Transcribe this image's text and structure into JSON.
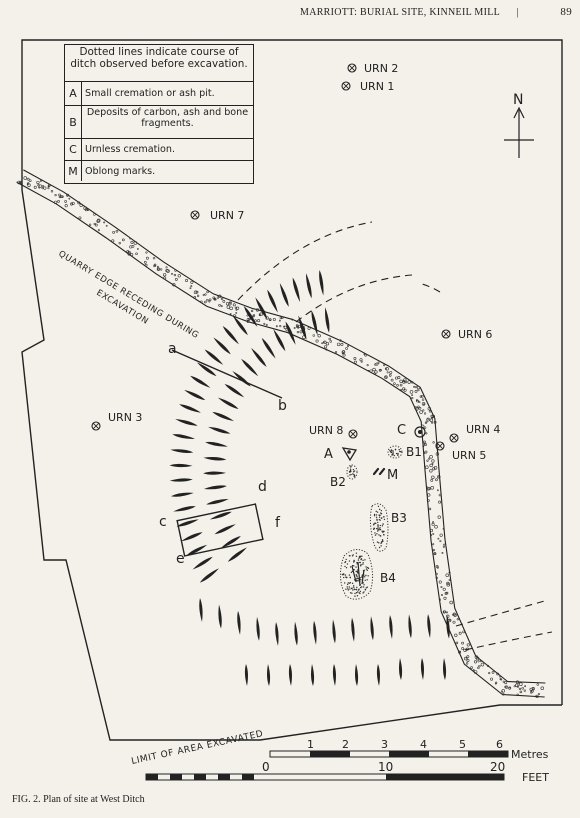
{
  "running_head": {
    "title": "MARRIOTT: BURIAL SITE, KINNEIL MILL",
    "separator": "|",
    "page": "89"
  },
  "legend": {
    "note": "Dotted lines indicate course of ditch observed before excavation.",
    "items": [
      {
        "key": "A",
        "text": "Small cremation or ash pit."
      },
      {
        "key": "B",
        "text": "Deposits of carbon, ash and bone fragments."
      },
      {
        "key": "C",
        "text": "Urnless cremation."
      },
      {
        "key": "M",
        "text": "Oblong marks."
      }
    ]
  },
  "north_label": "N",
  "urns": [
    {
      "label": "URN 2"
    },
    {
      "label": "URN 1"
    },
    {
      "label": "URN 7"
    },
    {
      "label": "URN 6"
    },
    {
      "label": "URN 3"
    },
    {
      "label": "URN 8"
    },
    {
      "label": "URN 4"
    },
    {
      "label": "URN 5"
    }
  ],
  "features": {
    "A": "A",
    "B1": "B1",
    "B2": "B2",
    "B3": "B3",
    "B4": "B4",
    "C": "C",
    "M": "M"
  },
  "section_letters": {
    "a": "a",
    "b": "b",
    "c": "c",
    "d": "d",
    "e": "e",
    "f": "f"
  },
  "quarry_label": {
    "line1": "QUARRY EDGE RECEDING DURING",
    "line2": "EXCAVATION"
  },
  "limit_label": "LIMIT OF AREA EXCAVATED",
  "scale_metres": {
    "ticks": [
      "1",
      "2",
      "3",
      "4",
      "5",
      "6"
    ],
    "unit": "Metres"
  },
  "scale_feet": {
    "ticks": [
      "0",
      "10",
      "20"
    ],
    "unit": "FEET"
  },
  "caption": "FIG. 2. Plan of site at West Ditch"
}
